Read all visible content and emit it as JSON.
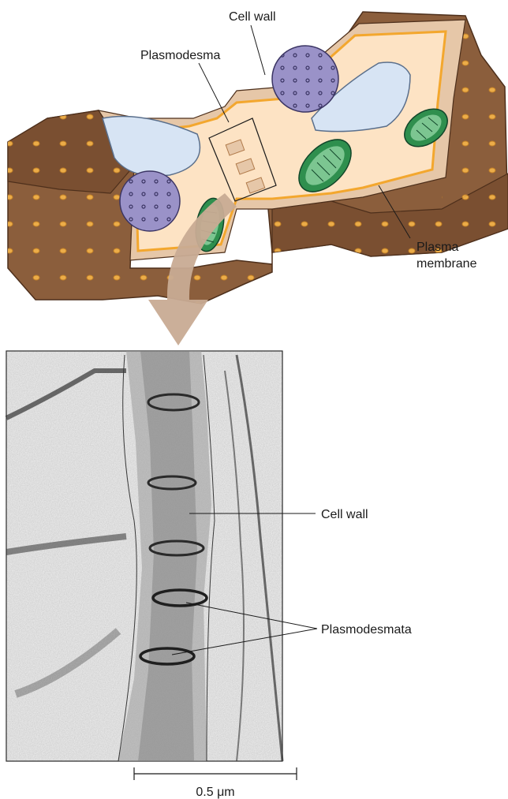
{
  "diagram": {
    "labels": {
      "cell_wall_top": "Cell wall",
      "plasmodesma": "Plasmodesma",
      "plasma_membrane_line1": "Plasma",
      "plasma_membrane_line2": "membrane",
      "cell_wall_micro": "Cell wall",
      "plasmodesmata": "Plasmodesmata",
      "scale_bar": "0.5 μm"
    },
    "colors": {
      "wall_outer": "#8b5e3c",
      "wall_dark": "#6e4529",
      "wall_light": "#a97a55",
      "cytoplasm": "#fde3c4",
      "membrane": "#f3a72e",
      "vacuole": "#d7e4f4",
      "nucleus": "#9a92c8",
      "chloroplast": "#2f8f4e",
      "arrow": "#c8ab93",
      "micrograph_bg": "#f2f2f2"
    }
  }
}
